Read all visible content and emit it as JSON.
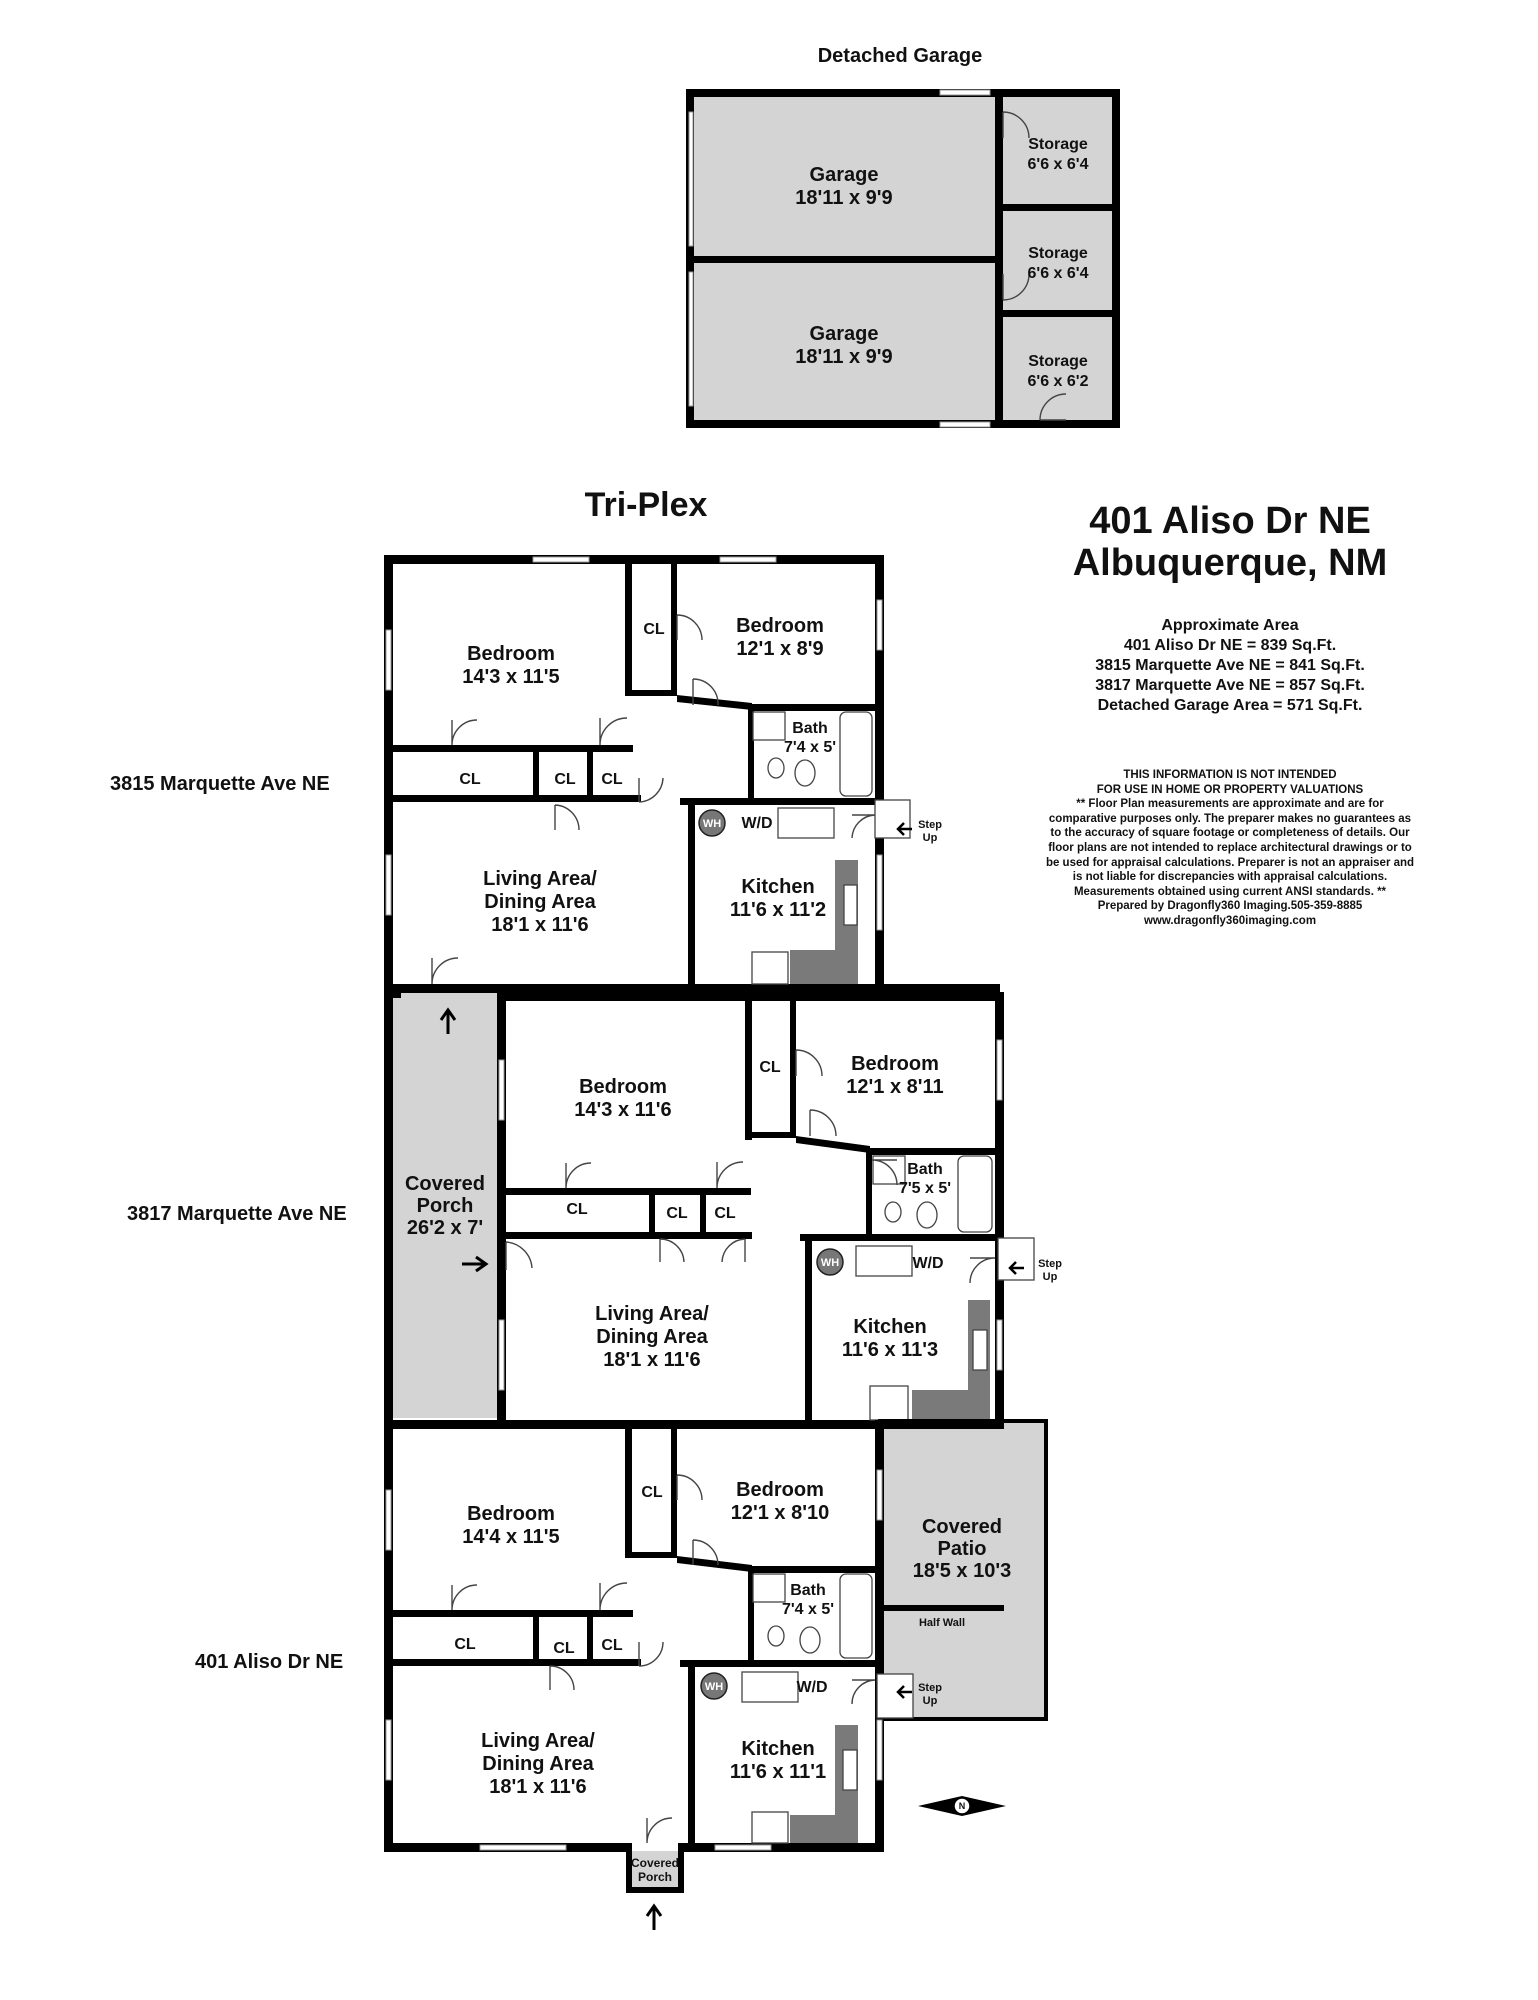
{
  "garage_title": "Detached Garage",
  "triplex_title": "Tri-Plex",
  "address": {
    "line1": "401 Aliso Dr NE",
    "line2": "Albuquerque, NM"
  },
  "area": {
    "heading": "Approximate Area",
    "lines": [
      "401 Aliso Dr NE = 839 Sq.Ft.",
      "3815 Marquette Ave NE = 841 Sq.Ft.",
      "3817 Marquette Ave NE = 857 Sq.Ft.",
      "Detached Garage Area = 571 Sq.Ft."
    ]
  },
  "disclaimer": {
    "heading1": "THIS INFORMATION IS NOT INTENDED",
    "heading2": "FOR USE IN HOME OR PROPERTY VALUATIONS",
    "lines": [
      "** Floor Plan measurements are approximate and are for",
      "comparative purposes only. The preparer makes no guarantees as",
      "to the accuracy of square footage or completeness of details. Our",
      "floor plans are not intended to replace architectural drawings or to",
      "be used for appraisal calculations. Preparer is not an appraiser and",
      "is not liable for discrepancies with appraisal calculations.",
      "Measurements obtained using current ANSI standards. **",
      "Prepared by Dragonfly360 Imaging.505-359-8885",
      "www.dragonfly360imaging.com"
    ]
  },
  "garage": {
    "garage_name": "Garage",
    "storage_name": "Storage",
    "garage1_dim": "18'11 x 9'9",
    "garage2_dim": "18'11 x 9'9",
    "storage1_dim": "6'6 x 6'4",
    "storage2_dim": "6'6 x 6'4",
    "storage3_dim": "6'6 x 6'2"
  },
  "units": [
    {
      "name": "3815 Marquette Ave NE",
      "bedroom_a": "Bedroom",
      "bedroom_a_dim": "14'3 x 11'5",
      "bedroom_b": "Bedroom",
      "bedroom_b_dim": "12'1 x 8'9",
      "bath": "Bath",
      "bath_dim": "7'4 x 5'",
      "living_1": "Living Area/",
      "living_2": "Dining Area",
      "living_dim": "18'1 x 11'6",
      "kitchen": "Kitchen",
      "kitchen_dim": "11'6 x 11'2",
      "wd": "W/D",
      "wh": "WH",
      "cl": "CL",
      "step1": "Step",
      "step2": "Up"
    },
    {
      "name": "3817 Marquette Ave NE",
      "bedroom_a": "Bedroom",
      "bedroom_a_dim": "14'3 x 11'6",
      "bedroom_b": "Bedroom",
      "bedroom_b_dim": "12'1 x 8'11",
      "bath": "Bath",
      "bath_dim": "7'5 x 5'",
      "living_1": "Living Area/",
      "living_2": "Dining Area",
      "living_dim": "18'1 x 11'6",
      "kitchen": "Kitchen",
      "kitchen_dim": "11'6 x 11'3",
      "wd": "W/D",
      "wh": "WH",
      "cl": "CL",
      "step1": "Step",
      "step2": "Up",
      "porch_1": "Covered",
      "porch_2": "Porch",
      "porch_dim": "26'2 x 7'"
    },
    {
      "name": "401 Aliso Dr NE",
      "bedroom_a": "Bedroom",
      "bedroom_a_dim": "14'4 x 11'5",
      "bedroom_b": "Bedroom",
      "bedroom_b_dim": "12'1 x 8'10",
      "bath": "Bath",
      "bath_dim": "7'4 x 5'",
      "living_1": "Living Area/",
      "living_2": "Dining Area",
      "living_dim": "18'1 x 11'6",
      "kitchen": "Kitchen",
      "kitchen_dim": "11'6 x 11'1",
      "wd": "W/D",
      "wh": "WH",
      "cl": "CL",
      "step1": "Step",
      "step2": "Up",
      "patio_1": "Covered",
      "patio_2": "Patio",
      "patio_dim": "18'5 x 10'3",
      "half_wall": "Half Wall",
      "porch_1": "Covered",
      "porch_2": "Porch"
    }
  ],
  "compass": {
    "label": "N"
  },
  "colors": {
    "wall": "#000000",
    "covered_area": "#d4d4d4",
    "counter": "#7a7a7a"
  }
}
